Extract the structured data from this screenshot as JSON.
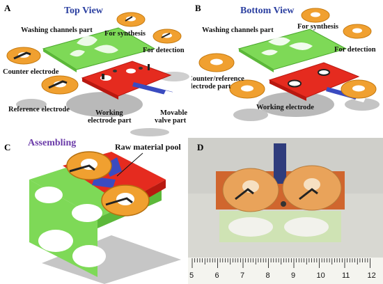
{
  "panels": {
    "a": {
      "letter": "A",
      "title": "Top View",
      "labels": {
        "washing": "Washing channels part",
        "synthesis": "For synthesis",
        "detection": "For detection",
        "counter": "Counter electrode",
        "reference": "Reference electrode",
        "working_1": "Working",
        "working_2": "electrode part",
        "valve_1": "Movable",
        "valve_2": "valve part"
      }
    },
    "b": {
      "letter": "B",
      "title": "Bottom View",
      "labels": {
        "washing": "Washing channels part",
        "synthesis": "For synthesis",
        "detection": "For detection",
        "counter_1": "Counter/reference",
        "counter_2": "electrode part",
        "working": "Working electrode"
      }
    },
    "c": {
      "letter": "C",
      "title": "Assembling",
      "labels": {
        "pool": "Raw material pool"
      }
    },
    "d": {
      "letter": "D",
      "ruler_numbers": [
        "5",
        "6",
        "7",
        "8",
        "9",
        "10",
        "11",
        "12"
      ]
    }
  },
  "colors": {
    "title_blue": "#2b3fa0",
    "green_layer": "#7ed957",
    "red_layer": "#e52b1f",
    "orange_disc": "#f0a030",
    "valve_blue": "#3a4bc0",
    "photo_bg": "#d8d8d2"
  }
}
